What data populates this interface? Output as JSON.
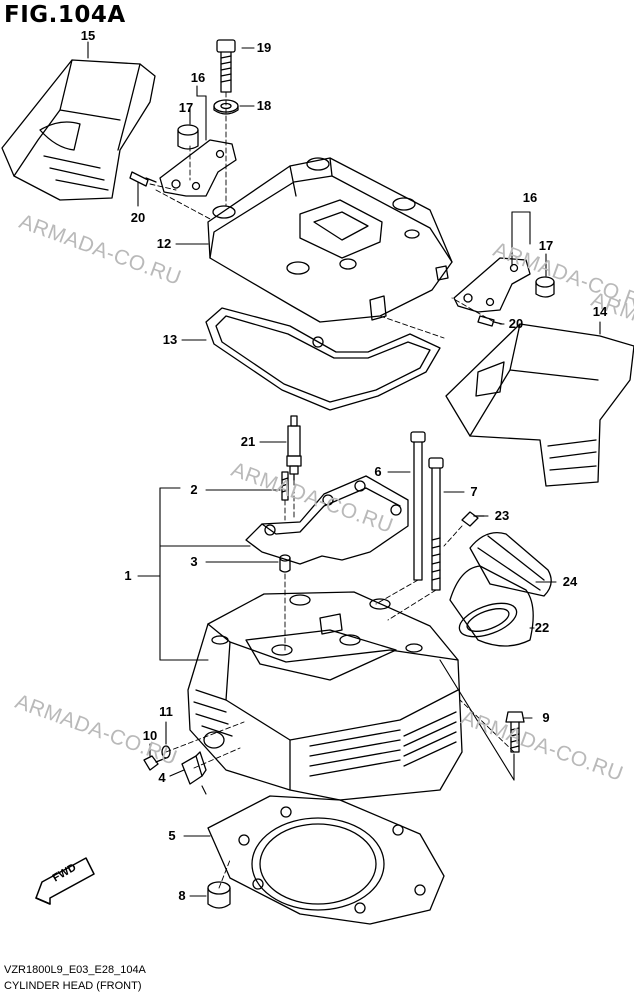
{
  "figure": {
    "title": "FIG.104A",
    "code": "VZR1800L9_E03_E28_104A",
    "caption": "CYLINDER HEAD (FRONT)",
    "fwd_label": "FWD"
  },
  "watermarks": [
    "ARMADA-CO.RU",
    "ARMADA-CO.RU",
    "ARMADA-CO.RU",
    "ARMADA-CO.RU",
    "ARMADA-CO.RU",
    "ARMADA-CO.RU"
  ],
  "callouts": [
    "15",
    "19",
    "16",
    "17",
    "18",
    "20",
    "12",
    "13",
    "16",
    "17",
    "14",
    "20",
    "21",
    "6",
    "7",
    "2",
    "23",
    "1",
    "3",
    "24",
    "22",
    "11",
    "10",
    "4",
    "9",
    "5",
    "8"
  ],
  "colors": {
    "line": "#000000",
    "watermark": "#b9b9b9",
    "background": "#ffffff"
  }
}
